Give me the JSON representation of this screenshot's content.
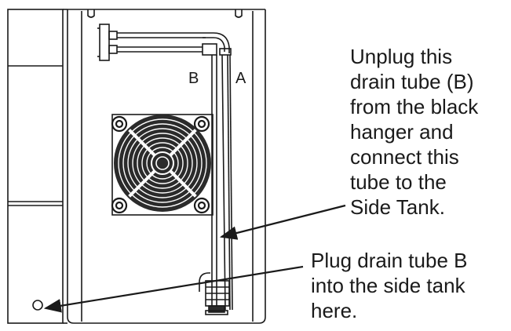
{
  "labels": {
    "tube_b": "B",
    "tube_a": "A"
  },
  "callouts": {
    "unplug": {
      "lines": [
        "Unplug this",
        "drain tube (B)",
        "from the black",
        "hanger and",
        "connect this",
        "tube to the",
        "Side Tank."
      ]
    },
    "plug": {
      "lines": [
        "Plug drain tube B",
        "into the side tank",
        "here."
      ]
    }
  },
  "colors": {
    "stroke": "#1a1a1a",
    "fan_dark": "#2b2b2b",
    "background": "#ffffff"
  }
}
